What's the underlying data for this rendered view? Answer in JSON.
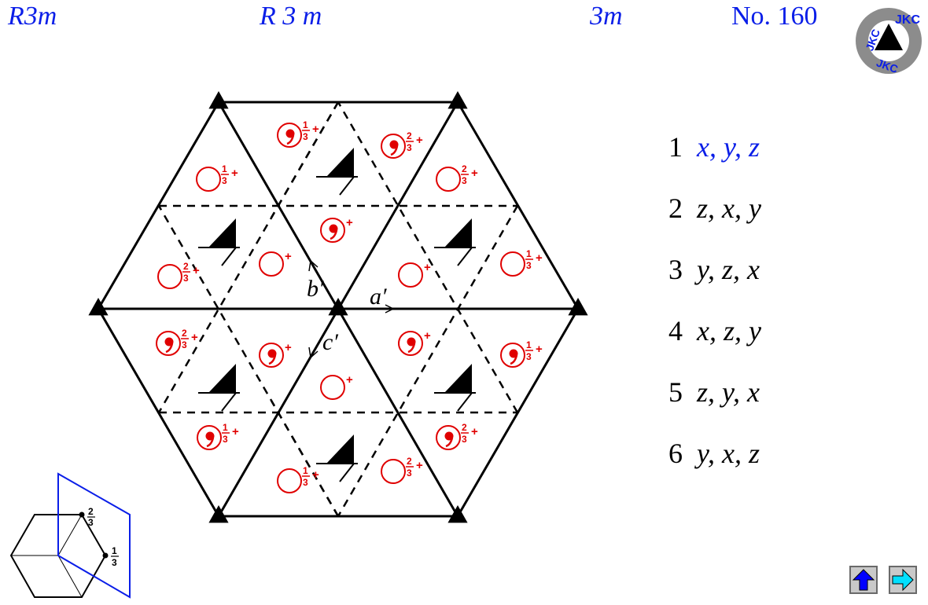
{
  "header": {
    "hm_short": "R3m",
    "hm_full": "R 3 m",
    "point_group": "3m",
    "number": "No. 160"
  },
  "logo": {
    "text": "JKC",
    "colors": {
      "ring": "#8c8c8c",
      "letters": "#0a1ee8",
      "center": "#000000"
    }
  },
  "diagram": {
    "axis_labels": {
      "a": "a′",
      "b": "b′",
      "c": "c′"
    },
    "height_labels": {
      "plus": "+",
      "third_num": "1",
      "twothird_num": "2",
      "den": "3"
    },
    "colors": {
      "lines": "#000000",
      "positions": "#e00000"
    }
  },
  "positions": [
    {
      "index": "1",
      "coord": "x, y, z"
    },
    {
      "index": "2",
      "coord": "z, x, y"
    },
    {
      "index": "3",
      "coord": "y, z, x"
    },
    {
      "index": "4",
      "coord": "x, z, y"
    },
    {
      "index": "5",
      "coord": "z, y, x"
    },
    {
      "index": "6",
      "coord": "y, x, z"
    }
  ],
  "inset": {
    "label_high_num": "2",
    "label_low_num": "1",
    "den": "3",
    "colors": {
      "cell": "#000000",
      "plane": "#0a1ee8"
    }
  },
  "nav": {
    "up_icon": "up-arrow-icon",
    "next_icon": "right-arrow-icon",
    "up_color": "#0000ff",
    "next_color": "#00e0ff"
  }
}
